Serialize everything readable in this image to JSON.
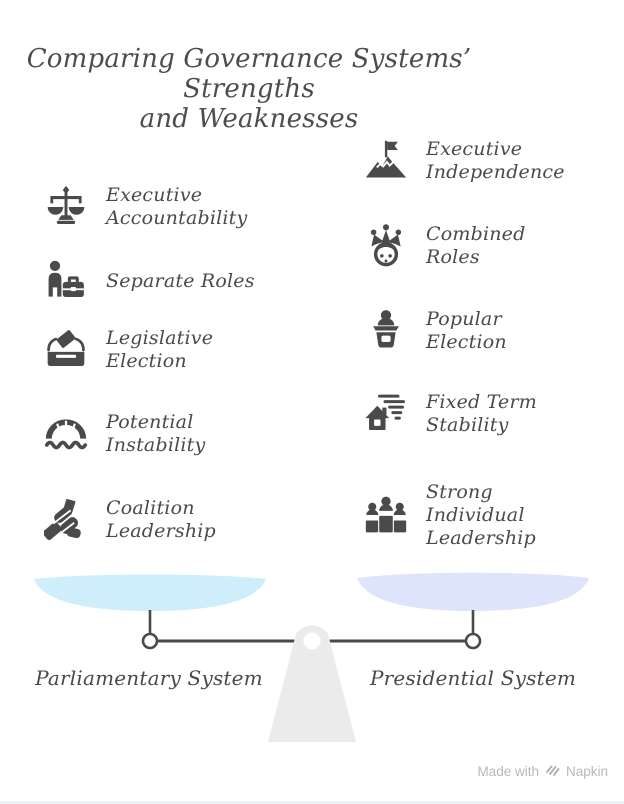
{
  "title": {
    "text": "Comparing Governance Systems’ Strengths\nand Weaknesses"
  },
  "left_column": {
    "system_label": "Parliamentary System",
    "items": [
      {
        "icon": "balance-scale-icon",
        "label": "Executive\nAccountability"
      },
      {
        "icon": "person-briefcase-icon",
        "label": "Separate Roles"
      },
      {
        "icon": "ballot-box-icon",
        "label": "Legislative\nElection"
      },
      {
        "icon": "bridge-icon",
        "label": "Potential\nInstability"
      },
      {
        "icon": "handshake-icon",
        "label": "Coalition\nLeadership"
      }
    ]
  },
  "right_column": {
    "system_label": "Presidential System",
    "items": [
      {
        "icon": "mountain-flag-icon",
        "label": "Executive\nIndependence"
      },
      {
        "icon": "king-icon",
        "label": "Combined\nRoles"
      },
      {
        "icon": "podium-speaker-icon",
        "label": "Popular\nElection"
      },
      {
        "icon": "house-wind-icon",
        "label": "Fixed Term\nStability"
      },
      {
        "icon": "winners-podium-icon",
        "label": "Strong\nIndividual\nLeadership"
      }
    ]
  },
  "scale": {
    "left_pan_color": "#cdeefa",
    "right_pan_color": "#dde4fb",
    "beam_color": "#4a4a4a",
    "fulcrum_color": "#ebebeb"
  },
  "watermark": {
    "prefix": "Made with",
    "brand": "Napkin"
  },
  "colors": {
    "text": "#4a4a4a",
    "icon": "#4a4a4a",
    "title": "#4d4d4d",
    "watermark": "#b8b8b8"
  }
}
